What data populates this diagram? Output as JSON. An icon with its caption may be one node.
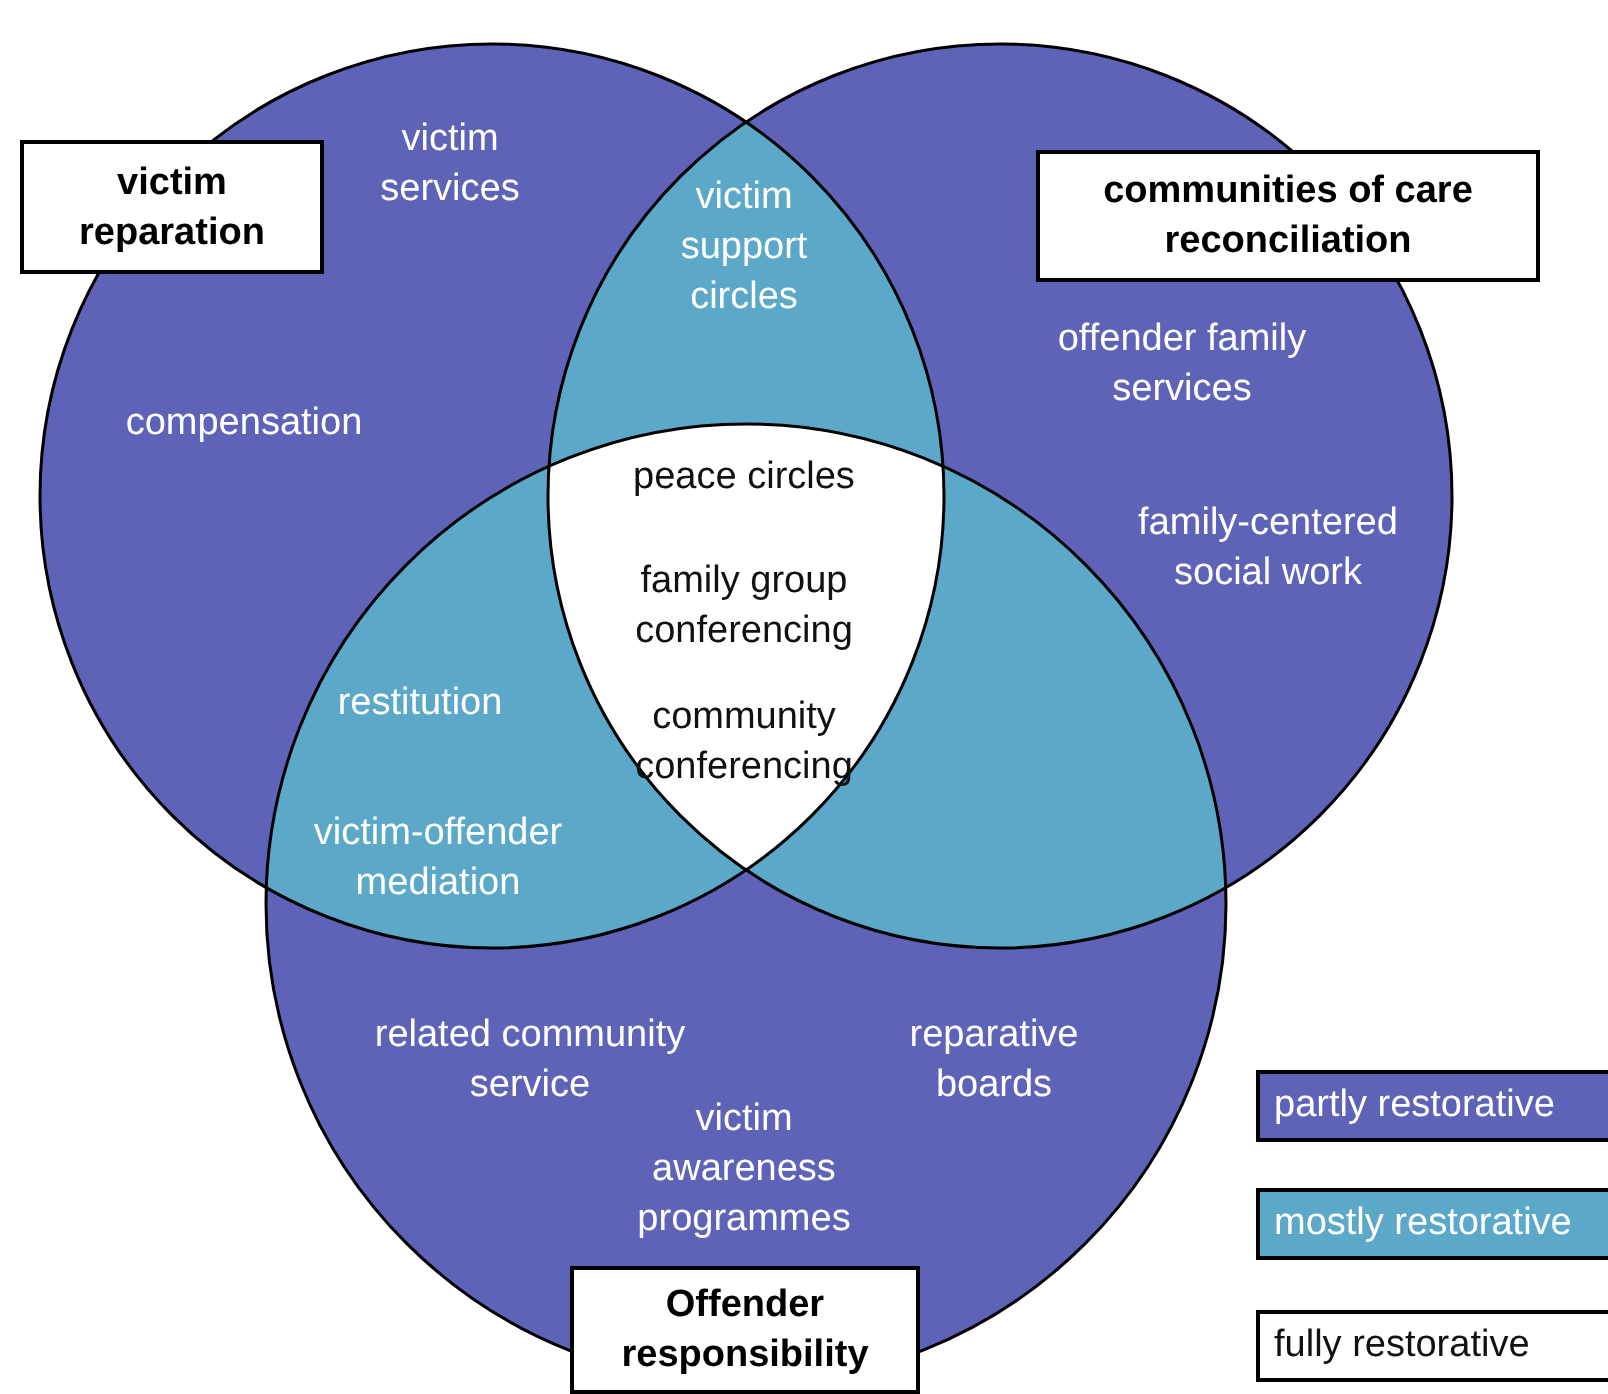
{
  "diagram": {
    "nodes": [
      {
        "text": [
          "victim reparation"
        ]
      },
      {
        "text": [
          "communities of care reconciliation"
        ]
      },
      {
        "text": [
          "Offender responsibility"
        ]
      }
    ],
    "edges": [],
    "labels": [
      "victim services",
      "victim support circles",
      "compensation",
      "offender family services",
      "peace circles",
      "family-centered social work",
      "family group conferencing",
      "restitution",
      "community conferencing",
      "victim-offender mediation",
      "related community service",
      "reparative boards",
      "victim awareness programmes"
    ],
    "legend": [
      {
        "text": "partly restorative",
        "color": "#5f63b8"
      },
      {
        "text": "mostly restorative",
        "color": "#5ba8c8"
      },
      {
        "text": "fully restorative",
        "color": "#ffffff"
      }
    ]
  }
}
